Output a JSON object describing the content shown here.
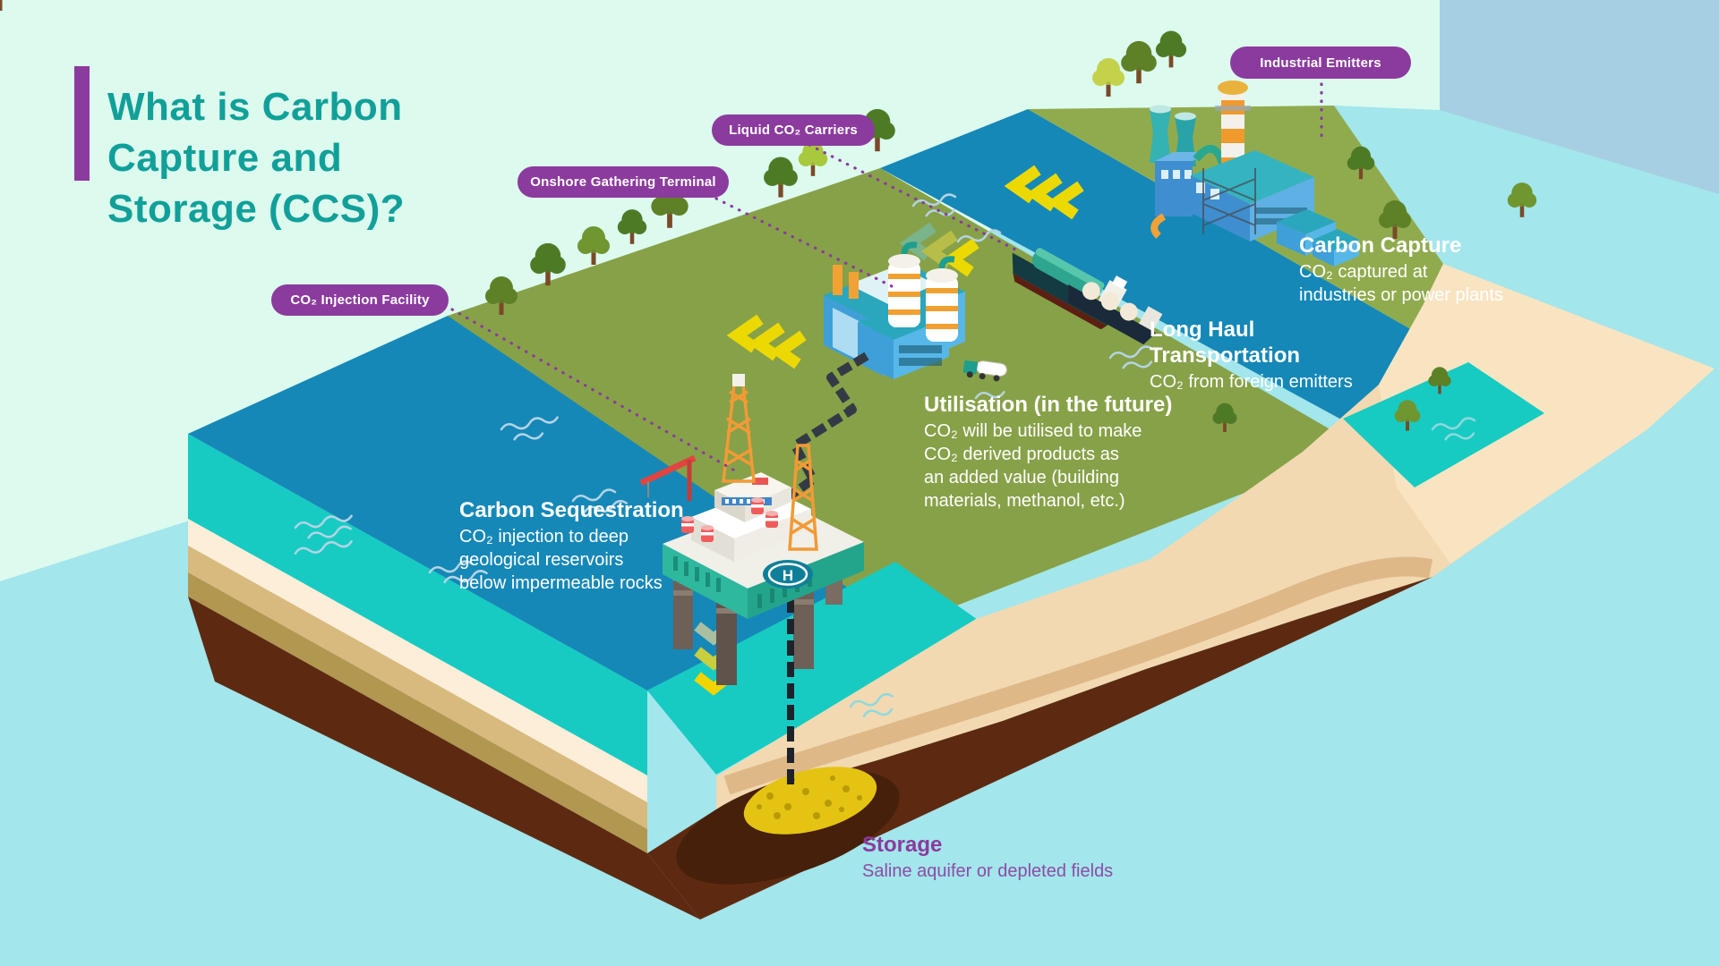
{
  "title": "What is Carbon\nCapture and\nStorage (CCS)?",
  "badges": [
    {
      "label": "Industrial Emitters"
    },
    {
      "label": "Liquid CO₂ Carriers"
    },
    {
      "label": "Onshore Gathering Terminal"
    },
    {
      "label": "CO₂ Injection Facility"
    }
  ],
  "labels": {
    "carbon_capture": {
      "title": "Carbon Capture",
      "body": "CO₂ captured at\nindustries or power plants"
    },
    "long_haul": {
      "title": "Long Haul\nTransportation",
      "body": "CO₂ from foreign emitters"
    },
    "utilisation": {
      "title": "Utilisation (in the future)",
      "body": "CO₂ will be utilised to make\nCO₂ derived products as\nan added value (building\nmaterials, methanol, etc.)"
    },
    "carbon_sequestration": {
      "title": "Carbon Sequestration",
      "body": "CO₂ injection to deep\ngeological reservoirs\nbelow impermeable rocks"
    },
    "storage": {
      "title": "Storage",
      "body": "Saline aquifer or depleted fields"
    }
  },
  "scene": {
    "helipad_letter": "H",
    "elements": [
      "industrial-plant",
      "cooling-towers",
      "striped-chimney",
      "onshore-terminal",
      "storage-tanks",
      "tanker-truck",
      "co2-carrier-ship",
      "sphere-tank-ship",
      "offshore-rig-platform",
      "helipad",
      "derrick-towers",
      "pipeline",
      "injection-riser",
      "gold-co2-deposit",
      "trees",
      "flow-chevrons",
      "waves"
    ]
  },
  "colors": {
    "background_mint": "#DCFAEE",
    "background_cyan": "#A3E6EC",
    "background_steel_blue": "#A6CFE3",
    "title_teal": "#11A099",
    "accent_purple": "#8B3B9E",
    "land_olive": "#8CA74B",
    "sea_blue": "#1588B8",
    "shallow_teal": "#17CBC3",
    "sand": "#F2D9B2",
    "rock_brown": "#5D2A11",
    "gold_deposit": "#E4C313",
    "chevron_yellow": "#EDD902",
    "text_white": "#FFFFFF",
    "storage_text_purple": "#8C3A9E"
  }
}
